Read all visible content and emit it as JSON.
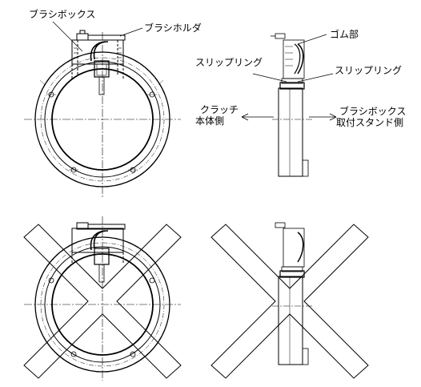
{
  "labels": {
    "brush_box": "ブラシボックス",
    "brush_holder": "ブラシホルダ",
    "rubber_part": "ゴム部",
    "slip_ring_left": "スリップリング",
    "slip_ring_right": "スリップリング",
    "clutch_body_side_1": "クラッチ",
    "clutch_body_side_2": "本体側",
    "brush_box_stand_side_1": "ブラシボックス",
    "brush_box_stand_side_2": "取付スタンド側"
  }
}
